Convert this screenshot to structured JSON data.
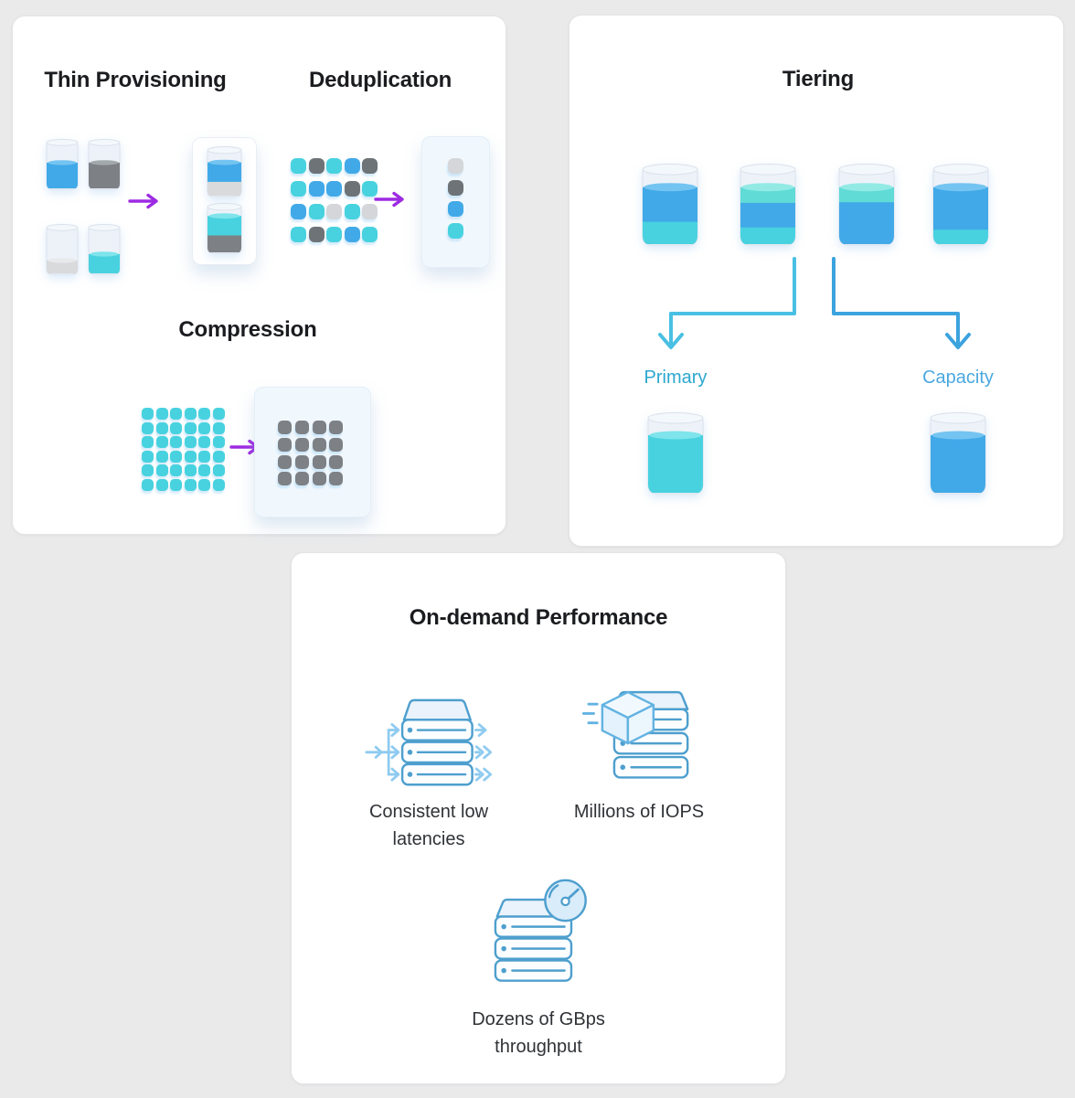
{
  "palette": {
    "colors": {
      "pageBg": "#EAEAEB",
      "cardBg": "#FFFFFF",
      "cardBorder": "#E3E4E6",
      "heading": "#1B1C1F",
      "label": "#2F3236",
      "purple": "#9D2BE2",
      "blue": "#41A9E8",
      "cyan": "#48D2DF",
      "teal": "#60DBD6",
      "gray": "#7D8185",
      "lightGray": "#D9DADC",
      "dotGray": "#6E7377",
      "dotLightGray": "#D4D6D9",
      "glassFill": "#EDF2F9",
      "glassStroke": "#DAE1EA",
      "rimFill": "#F4F8FC",
      "arrowCyan": "#49C0E3",
      "arrowBlue": "#3BA3DE",
      "primaryText": "#2BA7CF",
      "capacityText": "#4AA8E0",
      "iconStroke": "#4E9FCE",
      "iconMid": "#63B3E2",
      "iconLight": "#8FCBF0",
      "iconFill": "#EAF3FB",
      "drawerFill": "#FBFDFF",
      "gaugeFill": "#D9ECFA",
      "resultCardBg": "#F1F8FD"
    },
    "light": {
      "blue": "#74C4F1",
      "cyan": "#7FE4EB",
      "teal": "#93EAE5",
      "gray": "#A3A8AC",
      "lightGray": "#E8E9EB"
    }
  },
  "efficiency_card": {
    "thin_provisioning": {
      "title": "Thin Provisioning",
      "source_cylinders": [
        {
          "fill": 0.62,
          "layers": [
            {
              "c": "blue",
              "f": 1
            }
          ]
        },
        {
          "fill": 0.62,
          "layers": [
            {
              "c": "gray",
              "f": 1
            }
          ]
        },
        {
          "fill": 0.3,
          "layers": [
            {
              "c": "lightGray",
              "f": 1
            }
          ]
        },
        {
          "fill": 0.46,
          "layers": [
            {
              "c": "cyan",
              "f": 1
            }
          ]
        }
      ],
      "result_cylinders": [
        {
          "fill": 0.82,
          "layers": [
            {
              "c": "blue",
              "f": 0.6
            },
            {
              "c": "lightGray",
              "f": 0.4
            }
          ]
        },
        {
          "fill": 0.9,
          "layers": [
            {
              "c": "cyan",
              "f": 0.55
            },
            {
              "c": "gray",
              "f": 0.45
            }
          ]
        }
      ]
    },
    "deduplication": {
      "title": "Deduplication",
      "block_grid": [
        [
          "cyan",
          "dotGray",
          "cyan",
          "blue",
          "dotGray"
        ],
        [
          "cyan",
          "blue",
          "blue",
          "dotGray",
          "cyan"
        ],
        [
          "blue",
          "cyan",
          "dotLightGray",
          "cyan",
          "dotLightGray"
        ],
        [
          "cyan",
          "dotGray",
          "cyan",
          "blue",
          "cyan"
        ]
      ],
      "result_dots": [
        "dotLightGray",
        "dotGray",
        "blue",
        "cyan"
      ]
    },
    "compression": {
      "title": "Compression",
      "source_grid": {
        "rows": 6,
        "cols": 6,
        "color": "cyan"
      },
      "result_grid": {
        "rows": 4,
        "cols": 4,
        "color": "gray"
      }
    }
  },
  "tiering_card": {
    "title": "Tiering",
    "pool_cylinders": [
      {
        "fill": 0.84,
        "layers": [
          {
            "c": "blue",
            "f": 0.62
          },
          {
            "c": "cyan",
            "f": 0.38
          }
        ]
      },
      {
        "fill": 0.84,
        "layers": [
          {
            "c": "teal",
            "f": 0.28
          },
          {
            "c": "blue",
            "f": 0.44
          },
          {
            "c": "cyan",
            "f": 0.28
          }
        ]
      },
      {
        "fill": 0.84,
        "layers": [
          {
            "c": "teal",
            "f": 0.27
          },
          {
            "c": "blue",
            "f": 0.73
          }
        ]
      },
      {
        "fill": 0.84,
        "layers": [
          {
            "c": "blue",
            "f": 0.76
          },
          {
            "c": "cyan",
            "f": 0.24
          }
        ]
      }
    ],
    "branches": [
      {
        "label": "Primary",
        "line_color": "arrowCyan",
        "label_color": "primaryText",
        "cylinder": {
          "fill": 0.85,
          "layers": [
            {
              "c": "cyan",
              "f": 1
            }
          ]
        }
      },
      {
        "label": "Capacity",
        "line_color": "arrowBlue",
        "label_color": "capacityText",
        "cylinder": {
          "fill": 0.85,
          "layers": [
            {
              "c": "blue",
              "f": 1
            }
          ]
        }
      }
    ]
  },
  "performance_card": {
    "title": "On-demand Performance",
    "features": [
      {
        "label": "Consistent low latencies",
        "icon": "server-stack-io-arrows-icon"
      },
      {
        "label": "Millions of IOPS",
        "icon": "server-stack-cube-icon"
      },
      {
        "label": "Dozens of GBps throughput",
        "icon": "server-stack-gauge-icon"
      }
    ]
  }
}
